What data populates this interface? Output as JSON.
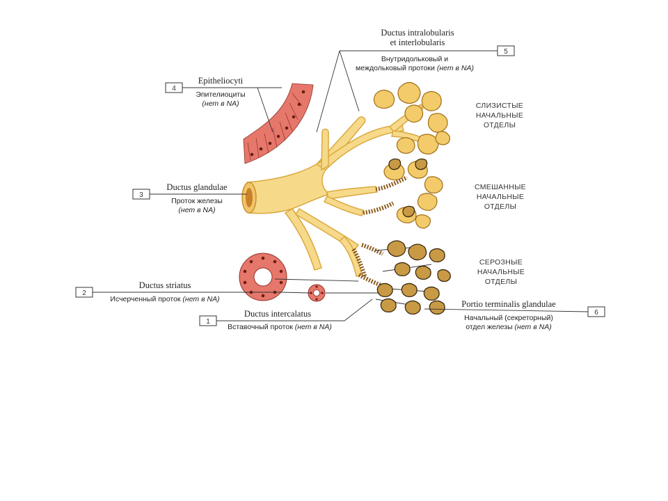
{
  "labels": {
    "c1": {
      "num": "1",
      "latin": "Ductus intercalatus",
      "ru": "Вставочный проток",
      "ru_note": "(нет в NA)"
    },
    "c2": {
      "num": "2",
      "latin": "Ductus striatus",
      "ru": "Исчерченный проток",
      "ru_note": "(нет в NA)"
    },
    "c3": {
      "num": "3",
      "latin": "Ductus glandulae",
      "ru1": "Проток железы",
      "ru2": "(нет в NA)"
    },
    "c4": {
      "num": "4",
      "latin": "Epitheliocyti",
      "ru1": "Эпителиоциты",
      "ru2": "(нет в NA)"
    },
    "c5": {
      "num": "5",
      "latin1": "Ductus intralobularis",
      "latin2": "et interlobularis",
      "ru1": "Внутридольковый и",
      "ru2": "междольковый протоки",
      "ru_note": "(нет в NA)"
    },
    "c6": {
      "num": "6",
      "latin": "Portio terminalis glandulae",
      "ru1": "Начальный (секреторный)",
      "ru2": "отдел железы",
      "ru_note": "(нет в NA)"
    }
  },
  "groups": {
    "mucous": [
      "СЛИЗИСТЫЕ",
      "НАЧАЛЬНЫЕ",
      "ОТДЕЛЫ"
    ],
    "mixed": [
      "СМЕШАННЫЕ",
      "НАЧАЛЬНЫЕ",
      "ОТДЕЛЫ"
    ],
    "serous": [
      "СЕРОЗНЫЕ",
      "НАЧАЛЬНЫЕ",
      "ОТДЕЛЫ"
    ]
  },
  "colors": {
    "duct": "#f7d98a",
    "mucous_acinus": "#f3cb6a",
    "serous_acinus": "#c99a45",
    "epithelium": "#e6776b"
  }
}
